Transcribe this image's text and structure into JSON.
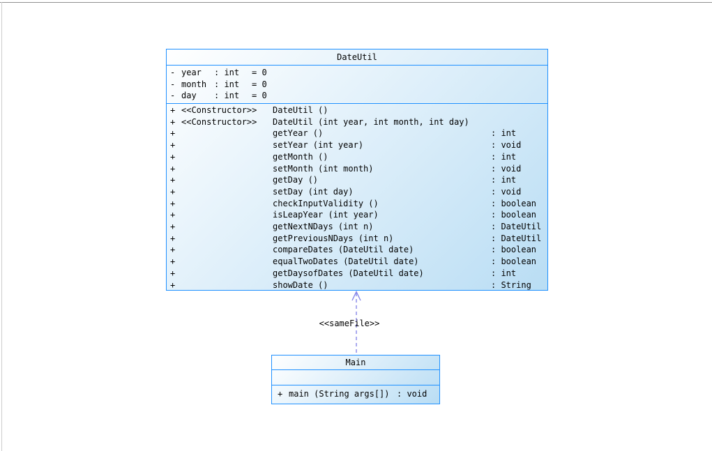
{
  "colors": {
    "border": "#1e90ff",
    "gradientEnd": "#b9ddf4",
    "connector": "#8787e8",
    "frameTop": "#8f8f8f",
    "frameLeft": "#cccccc",
    "text": "#000000"
  },
  "diagram": {
    "classes": [
      {
        "name": "DateUtil",
        "attributes": [
          {
            "visibility": "-",
            "name": "year",
            "type": "int",
            "default": "= 0"
          },
          {
            "visibility": "-",
            "name": "month",
            "type": "int",
            "default": "= 0"
          },
          {
            "visibility": "-",
            "name": "day",
            "type": "int",
            "default": "= 0"
          }
        ],
        "methods": [
          {
            "visibility": "+",
            "stereotype": "<<Constructor>>",
            "signature": "DateUtil ()",
            "returns": ""
          },
          {
            "visibility": "+",
            "stereotype": "<<Constructor>>",
            "signature": "DateUtil (int year, int month, int day)",
            "returns": ""
          },
          {
            "visibility": "+",
            "stereotype": "",
            "signature": "getYear ()",
            "returns": "int"
          },
          {
            "visibility": "+",
            "stereotype": "",
            "signature": "setYear (int year)",
            "returns": "void"
          },
          {
            "visibility": "+",
            "stereotype": "",
            "signature": "getMonth ()",
            "returns": "int"
          },
          {
            "visibility": "+",
            "stereotype": "",
            "signature": "setMonth (int month)",
            "returns": "void"
          },
          {
            "visibility": "+",
            "stereotype": "",
            "signature": "getDay ()",
            "returns": "int"
          },
          {
            "visibility": "+",
            "stereotype": "",
            "signature": "setDay (int day)",
            "returns": "void"
          },
          {
            "visibility": "+",
            "stereotype": "",
            "signature": "checkInputValidity ()",
            "returns": "boolean"
          },
          {
            "visibility": "+",
            "stereotype": "",
            "signature": "isLeapYear (int year)",
            "returns": "boolean"
          },
          {
            "visibility": "+",
            "stereotype": "",
            "signature": "getNextNDays (int n)",
            "returns": "DateUtil"
          },
          {
            "visibility": "+",
            "stereotype": "",
            "signature": "getPreviousNDays (int n)",
            "returns": "DateUtil"
          },
          {
            "visibility": "+",
            "stereotype": "",
            "signature": "compareDates (DateUtil date)",
            "returns": "boolean"
          },
          {
            "visibility": "+",
            "stereotype": "",
            "signature": "equalTwoDates (DateUtil date)",
            "returns": "boolean"
          },
          {
            "visibility": "+",
            "stereotype": "",
            "signature": "getDaysofDates (DateUtil date)",
            "returns": "int"
          },
          {
            "visibility": "+",
            "stereotype": "",
            "signature": "showDate ()",
            "returns": "String"
          }
        ]
      },
      {
        "name": "Main",
        "attributes": [],
        "methods": [
          {
            "visibility": "+",
            "stereotype": "",
            "signature": "main (String args[])",
            "returns": "void"
          }
        ]
      }
    ],
    "connector": {
      "label": "<<sameFile>>",
      "type": "dependency-dashed-open-arrow"
    }
  }
}
